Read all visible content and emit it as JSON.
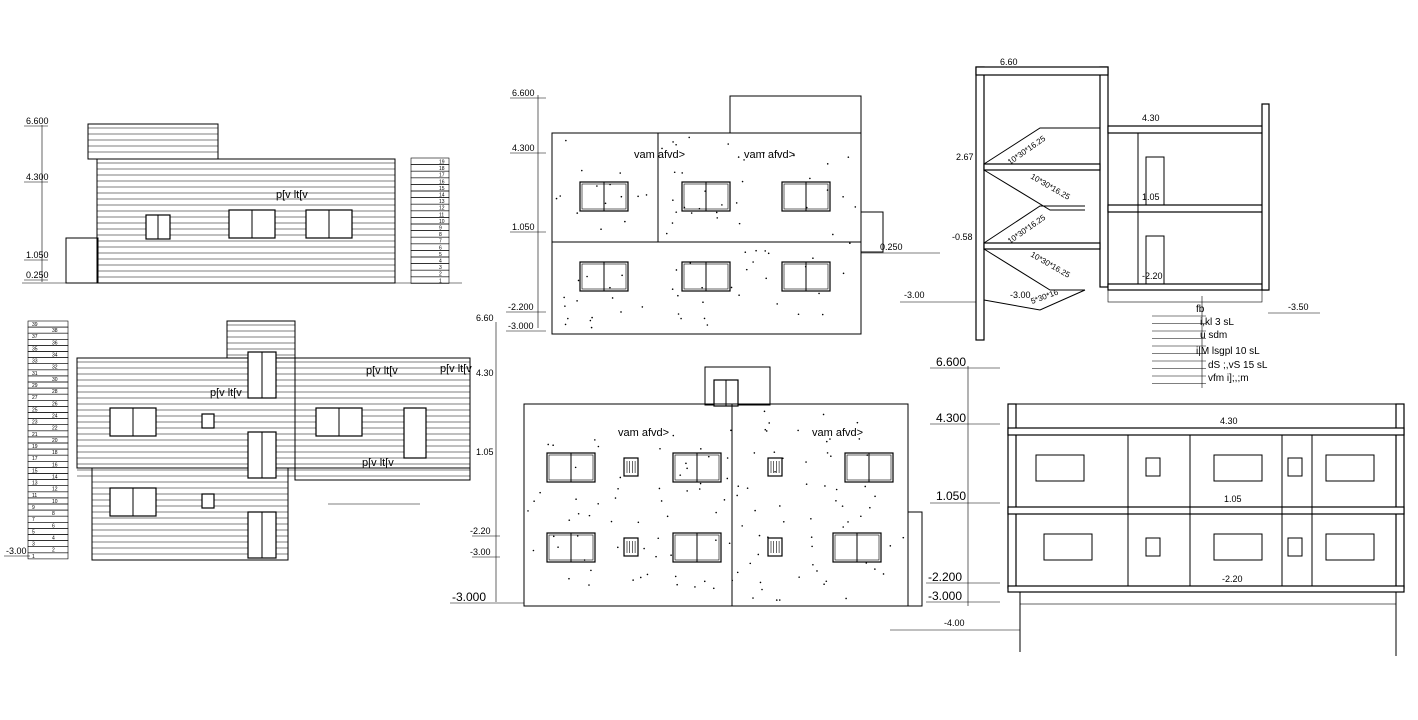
{
  "drawing": {
    "levels_small": [
      "6.600",
      "4.300",
      "1.050",
      "0.250"
    ],
    "levels_front": [
      "6.600",
      "4.300",
      "1.050",
      "0.250",
      "-2.200",
      "-3.000"
    ],
    "levels_back": [
      "6.60",
      "4.30",
      "1.05",
      "-2.20",
      "-3.00"
    ],
    "levels_right": [
      "6.600",
      "4.300",
      "1.050",
      "-2.200",
      "-3.000",
      "-3.000",
      "-4.00"
    ],
    "levels_side": [
      "-3.00"
    ],
    "section_top": {
      "levels": [
        "6.60",
        "4.30",
        "1.05",
        "-2.20",
        "2.67",
        "-0.58",
        "-3.00",
        "-3.00",
        "-3.50"
      ],
      "stair_labels": [
        "10*30*16.25",
        "10*30*16.25",
        "10*30*16.25",
        "10*30*16.25",
        "5*30*16"
      ]
    },
    "section_bottom": {
      "levels": [
        "4.30",
        "1.05",
        "-2.20"
      ]
    },
    "labels": {
      "elev_label_a": "p[v lt[v",
      "elev_label_b": "p[v lt[v",
      "elev_label_c": "p[v lt[v",
      "elev_label_d": "p[v lt[v",
      "elev_label_e": "p[v lt[v",
      "front_label_1": "vam afvd>",
      "front_label_2": "vam afvd>",
      "back_label_1": "vam afvd>",
      "back_label_2": "vam afvd>"
    },
    "legend": [
      "fb",
      "i,kl 3 sL",
      "u sdm",
      "i|M lsgpl 10 sL",
      "dS ;,vS 15 sL",
      "vfm i];,;m"
    ],
    "step_numbers_top": [
      "19",
      "18",
      "17",
      "16",
      "15",
      "14",
      "13",
      "12",
      "11",
      "10",
      "9",
      "8",
      "7",
      "6",
      "5",
      "4",
      "3",
      "2",
      "1"
    ],
    "step_numbers_bottom_left": [
      "39",
      "38",
      "37",
      "36",
      "35",
      "34",
      "33",
      "32",
      "31",
      "30",
      "29",
      "28",
      "27",
      "26",
      "25",
      "24",
      "23",
      "22",
      "21",
      "20",
      "19",
      "18",
      "17",
      "16",
      "15",
      "14",
      "13",
      "12",
      "11",
      "10",
      "9",
      "8",
      "7",
      "6",
      "5",
      "4",
      "3",
      "2",
      "1"
    ]
  }
}
